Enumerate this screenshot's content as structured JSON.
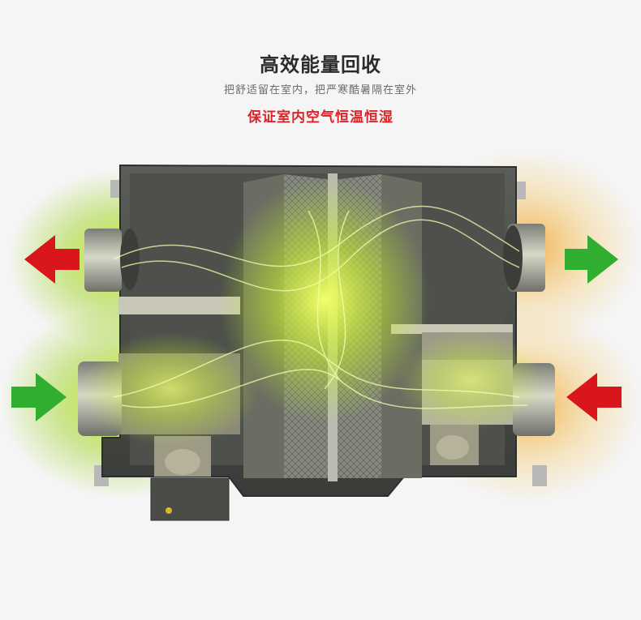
{
  "header": {
    "title": "高效能量回收",
    "subtitle": "把舒适留在室内，把严寒酷暑隔在室外",
    "tagline": "保证室内空气恒温恒湿"
  },
  "colors": {
    "tagline_red": "#d9242a",
    "arrow_red": "#d8161c",
    "arrow_green": "#2fae2f",
    "glow_green": "#b4e61e",
    "glow_orange": "#f0a028"
  },
  "illustration": {
    "subject": "energy-recovery-ventilator-cutaway",
    "arrows": [
      {
        "name": "exhaust-out-arrow",
        "color": "red",
        "direction": "left"
      },
      {
        "name": "fresh-in-arrow",
        "color": "green",
        "direction": "right"
      },
      {
        "name": "return-air-out-arrow",
        "color": "green",
        "direction": "right"
      },
      {
        "name": "outdoor-air-in-arrow",
        "color": "red",
        "direction": "left"
      }
    ]
  }
}
